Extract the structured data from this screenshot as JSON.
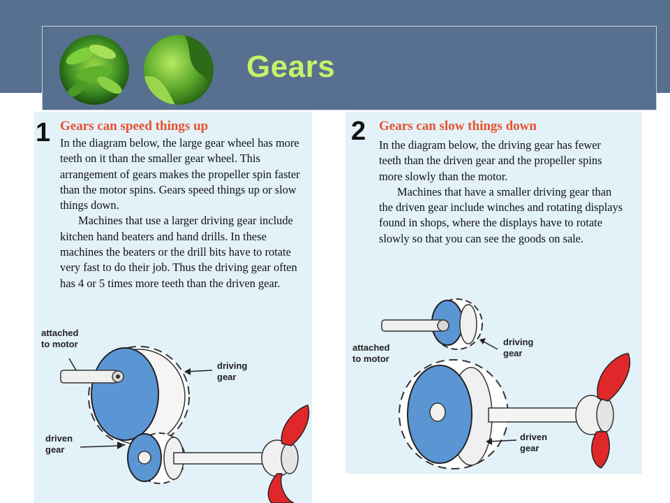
{
  "slide": {
    "title": "Gears",
    "title_color": "#c6f26a",
    "band_color": "#57708f"
  },
  "panels": [
    {
      "number": "1",
      "heading": "Gears can speed things up",
      "heading_color": "#e8502e",
      "paragraphs": [
        "In the diagram below, the large gear wheel has more teeth on it than the smaller gear wheel. This arrangement of gears makes the propeller spin faster than the motor spins. Gears speed things up or slow things down.",
        "Machines that use a larger driving gear include kitchen hand beaters and hand drills. In these machines the beaters or the drill bits have to rotate very fast to do their job. Thus the driving gear often has 4 or 5 times more teeth than the driven gear."
      ],
      "labels": {
        "motor_line1": "attached",
        "motor_line2": "to motor",
        "driving_line1": "driving",
        "driving_line2": "gear",
        "driven_line1": "driven",
        "driven_line2": "gear"
      }
    },
    {
      "number": "2",
      "heading": "Gears can slow things down",
      "heading_color": "#e8502e",
      "paragraphs": [
        "In the diagram below, the driving gear has fewer teeth than the driven gear and the propeller spins more slowly than the motor.",
        "Machines that have a smaller driving gear than the driven gear include winches and rotating displays found in shops, where the displays have to rotate slowly so that you can see the goods on sale."
      ],
      "labels": {
        "motor_line1": "attached",
        "motor_line2": "to motor",
        "driving_line1": "driving",
        "driving_line2": "gear",
        "driven_line1": "driven",
        "driven_line2": "gear"
      }
    }
  ],
  "icons": {
    "leaf_left": "green-leaf-photo-icon",
    "leaf_right": "green-leaf-closeup-icon"
  },
  "colors": {
    "panel_bg": "#e3f1f8",
    "gear_face": "#5b96d4",
    "propeller": "#e0282b"
  }
}
